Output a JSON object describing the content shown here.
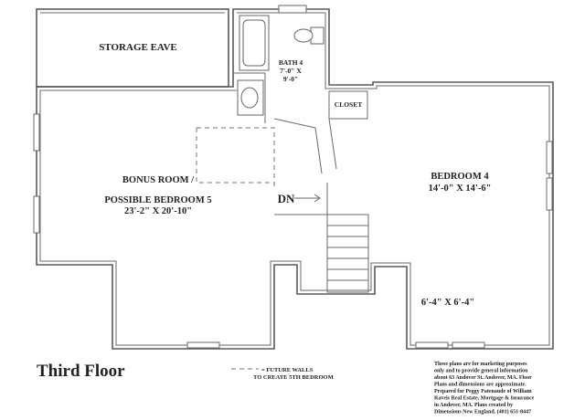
{
  "rooms": {
    "storage": "STORAGE EAVE",
    "bath_name": "BATH 4",
    "bath_dim1": "7'-0\" X",
    "bath_dim2": "9'-0\"",
    "closet": "CLOSET",
    "bonus_l1": "BONUS ROOM /",
    "bonus_l2": "POSSIBLE BEDROOM 5",
    "bonus_l3": "23'-2\" X 20'-10\"",
    "bed_name": "BEDROOM 4",
    "bed_dim": "14'-0\" X 14'-6\"",
    "nook_dim": "6'-4\" X 6'-4\"",
    "stairs": "DN"
  },
  "legend": {
    "line1": "= FUTURE WALLS",
    "line2": "TO CREATE 5TH BEDROOM"
  },
  "floor_title": "Third Floor",
  "disclaimer": [
    "These plans are for marketing purposes",
    "only and to provide general information",
    "about 63 Andover St. Andover, MA.  Floor",
    "Plans and dimensions are approximate.",
    "Prepared for Peggy Patenaude of William",
    "Raveis Real Estate, Mortgage & Insurance",
    "in Andover, MA.  Plans created by",
    "Dimensions New England.  (401) 651-8447"
  ]
}
